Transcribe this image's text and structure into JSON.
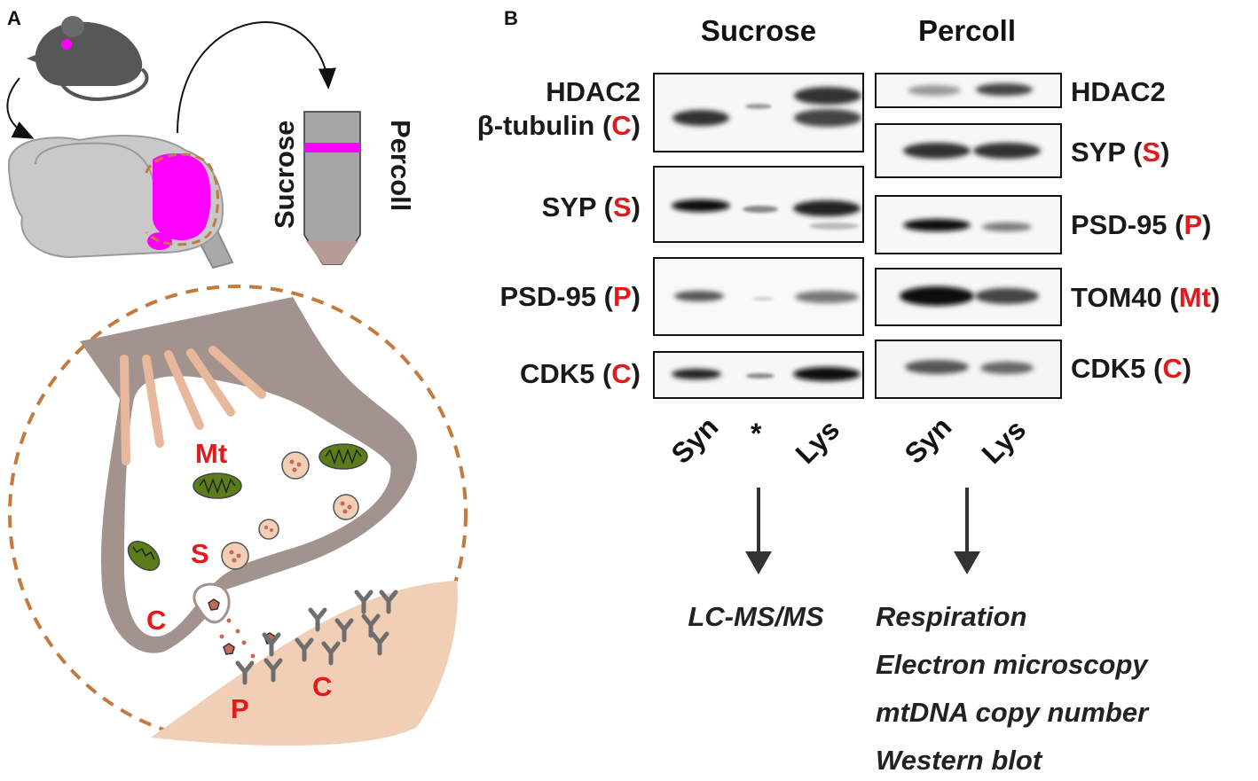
{
  "panel_a": {
    "letter": "A",
    "tube": {
      "left_label": "Sucrose",
      "right_label": "Percoll"
    },
    "compartments": {
      "mito": "Mt",
      "synaptic_vesicle": "S",
      "cytosol_pre": "C",
      "postsynaptic_density": "P",
      "cytosol_post": "C"
    }
  },
  "panel_b": {
    "letter": "B",
    "sucrose": {
      "title": "Sucrose",
      "blots": [
        {
          "name": "HDAC2"
        },
        {
          "name": "β-tubulin (",
          "tag": "C",
          "close": ")"
        },
        {
          "name": "SYP (",
          "tag": "S",
          "close": ")"
        },
        {
          "name": "PSD-95 (",
          "tag": "P",
          "close": ")"
        },
        {
          "name": "CDK5 (",
          "tag": "C",
          "close": ")"
        }
      ],
      "lanes": [
        "Syn",
        "*",
        "Lys"
      ],
      "method": "LC-MS/MS"
    },
    "percoll": {
      "title": "Percoll",
      "blots": [
        {
          "name": "HDAC2"
        },
        {
          "name": "SYP (",
          "tag": "S",
          "close": ")"
        },
        {
          "name": "PSD-95 (",
          "tag": "P",
          "close": ")"
        },
        {
          "name": "TOM40 (",
          "tag": "Mt",
          "close": ")"
        },
        {
          "name": "CDK5 (",
          "tag": "C",
          "close": ")"
        }
      ],
      "lanes": [
        "Syn",
        "Lys"
      ],
      "methods": [
        "Respiration",
        "Electron microscopy",
        "mtDNA copy number",
        "Western blot"
      ]
    }
  },
  "colors": {
    "accent_red": "#e3191c",
    "magenta": "#ff00ff",
    "membrane": "#a3938e",
    "postsynaptic": "#f1cfb7",
    "dashed_circle": "#c47a3d",
    "mito_green": "#5a7d1a"
  }
}
